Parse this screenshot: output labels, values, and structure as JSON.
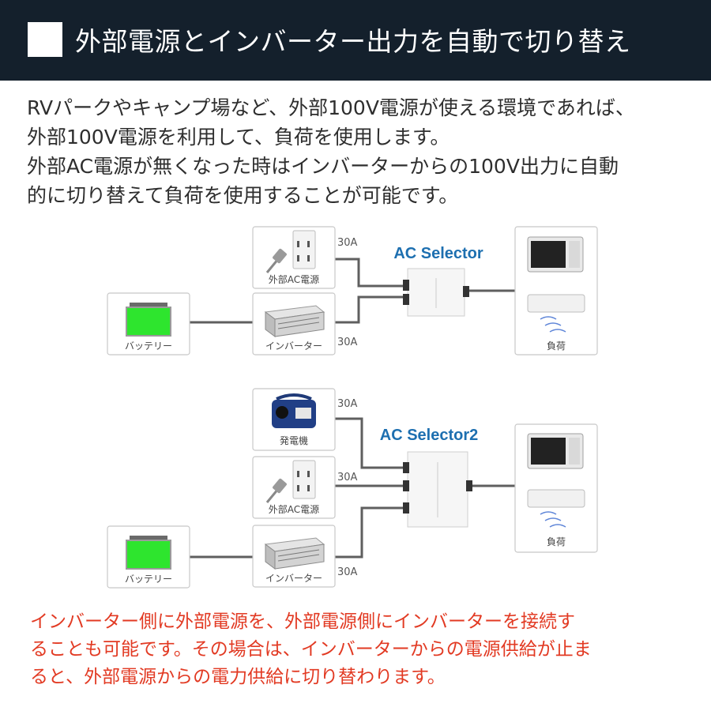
{
  "header": {
    "title": "外部電源とインバーター出力を自動で切り替え"
  },
  "intro": [
    "RVパークやキャンプ場など、外部100V電源が使える環境であれば、",
    "外部100V電源を利用して、負荷を使用します。",
    "外部AC電源が無くなった時はインバーターからの100V出力に自動",
    "的に切り替えて負荷を使用することが可能です。"
  ],
  "diagram1": {
    "selector_title": "AC Selector",
    "external_label": "外部AC電源",
    "inverter_label": "インバーター",
    "battery_label": "バッテリー",
    "load_label": "負荷",
    "amp_top": "30A",
    "amp_bottom": "30A"
  },
  "diagram2": {
    "selector_title": "AC Selector2",
    "generator_label": "発電機",
    "external_label": "外部AC電源",
    "inverter_label": "インバーター",
    "battery_label": "バッテリー",
    "load_label": "負荷",
    "amp_gen": "30A",
    "amp_ext": "30A",
    "amp_inv": "30A"
  },
  "note": [
    "インバーター側に外部電源を、外部電源側にインバーターを接続す",
    "ることも可能です。その場合は、インバーターからの電源供給が止ま",
    "ると、外部電源からの電力供給に切り替わります。"
  ],
  "colors": {
    "header_bg": "#14202c",
    "note_text": "#e23a23",
    "selector_title": "#1d6fb0",
    "battery_fill": "#2ee52e"
  }
}
